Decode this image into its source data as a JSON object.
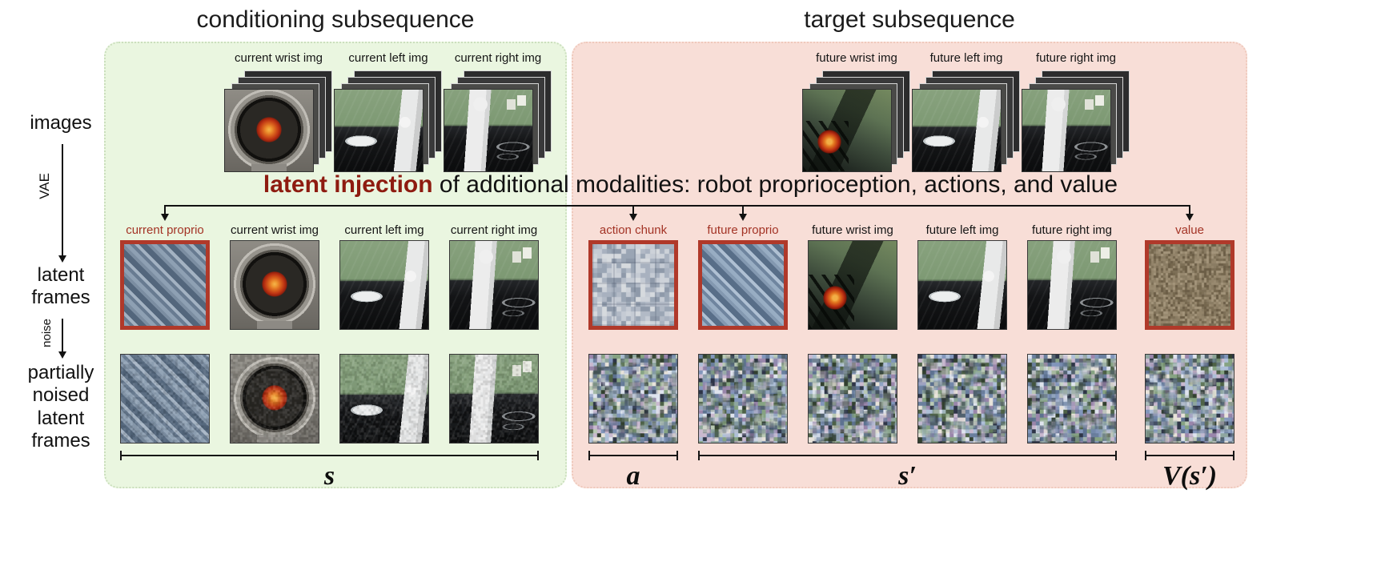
{
  "headers": {
    "conditioning": "conditioning subsequence",
    "target": "target subsequence"
  },
  "side": {
    "images": "images",
    "vae": "VAE",
    "latent_frames": "latent\nframes",
    "noise": "noise",
    "noised_frames": "partially\nnoised\nlatent\nframes"
  },
  "injection": {
    "highlight": "latent injection",
    "rest": " of additional modalities: robot proprioception, actions, and value"
  },
  "conditioning": {
    "stack_labels": [
      "current wrist img",
      "current left img",
      "current right img"
    ],
    "latent_labels": [
      "current proprio",
      "current wrist img",
      "current left img",
      "current right img"
    ],
    "bracket": "s"
  },
  "target": {
    "stack_labels": [
      "future wrist img",
      "future left img",
      "future right img"
    ],
    "latent_labels": [
      "action chunk",
      "future proprio",
      "future wrist img",
      "future left img",
      "future right img",
      "value"
    ],
    "brackets": {
      "action": "a",
      "state": "s′",
      "value": "V(s′)"
    }
  },
  "colors": {
    "conditioning_bg": "#eaf6e0",
    "target_bg": "#f8ded7",
    "injection_red": "#8e1b10",
    "injected_label_red": "#a33325",
    "injected_border_red": "#b0392a"
  }
}
